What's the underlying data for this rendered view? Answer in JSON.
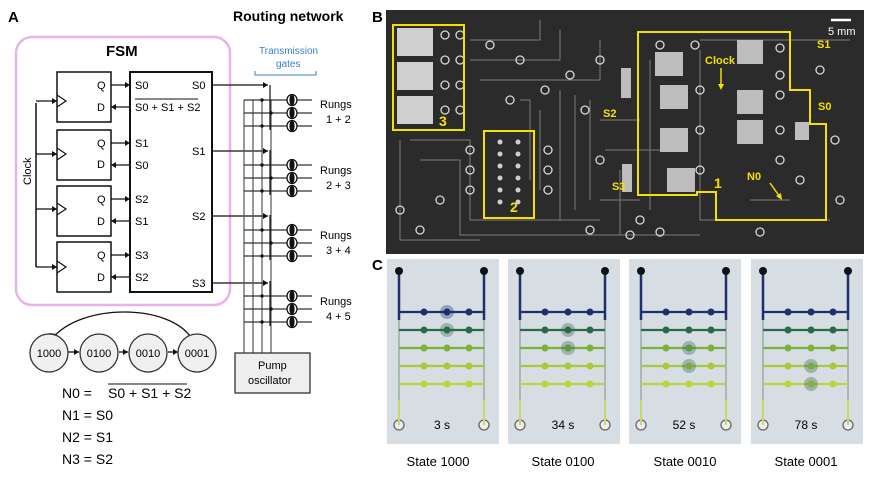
{
  "panels": {
    "a": "A",
    "b": "B",
    "c": "C"
  },
  "fsm": {
    "title": "FSM",
    "clock": "Clock",
    "ff_q": "Q",
    "ff_d": "D",
    "block_inputs": [
      "S0",
      "S0 + S1 + S2",
      "S1",
      "S0",
      "S2",
      "S1",
      "S3",
      "S2"
    ],
    "block_outputs": [
      "S0",
      "S1",
      "S2",
      "S3"
    ]
  },
  "routing": {
    "title": "Routing network",
    "tg_line1": "Transmission",
    "tg_line2": "gates",
    "rungs_word": "Rungs",
    "rungs": [
      "1 + 2",
      "2 + 3",
      "3 + 4",
      "4 + 5"
    ],
    "pump_line1": "Pump",
    "pump_line2": "oscillator"
  },
  "states": [
    "1000",
    "0100",
    "0010",
    "0001"
  ],
  "equations": {
    "n0_left": "N0 = ",
    "n0_right": "S0 + S1 + S2",
    "n1": "N1 = S0",
    "n2": "N2 = S1",
    "n3": "N3 = S2"
  },
  "photo": {
    "scale": "5 mm",
    "labels": {
      "s1": "S1",
      "s0": "S0",
      "s2": "S2",
      "s3": "S3",
      "n0": "N0",
      "clock": "Clock",
      "r1": "1",
      "r2": "2",
      "r3": "3"
    }
  },
  "snapshots": [
    {
      "time": "3 s",
      "caption": "State 1000"
    },
    {
      "time": "34 s",
      "caption": "State 0100"
    },
    {
      "time": "52 s",
      "caption": "State 0010"
    },
    {
      "time": "78 s",
      "caption": "State 0001"
    }
  ],
  "colors": {
    "fsm_box": "#e8b4e8",
    "wire": "#111111",
    "tg_label": "#3a7fc4",
    "photo_bg": "#2b2b2b",
    "highlight": "#f5e100",
    "label_yellow": "#f5e100",
    "snap_bg": "#d6dde3",
    "rung_colors": [
      "#1e2f6e",
      "#2a6a4a",
      "#7bb23a",
      "#a8c93a",
      "#bcd53c"
    ]
  }
}
